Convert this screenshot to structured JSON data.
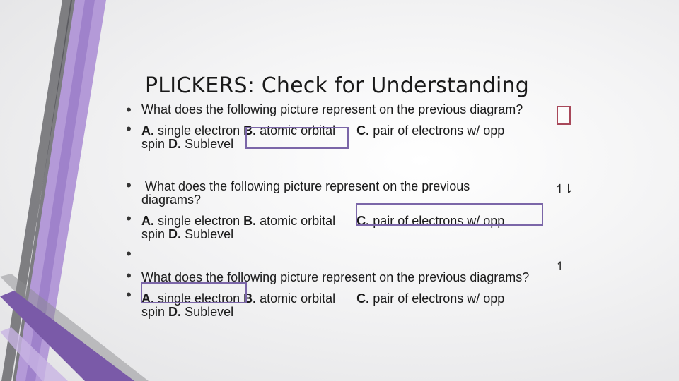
{
  "title": "PLICKERS: Check for Understanding",
  "bullet_glyph": "•",
  "questions": [
    {
      "question": "What does the following picture represent on the previous diagram",
      "question_tail": "?",
      "a_letter": "A.",
      "a_text": "single electron",
      "b_letter": "B.",
      "b_text": "atomic orbital",
      "c_letter": "C.",
      "c_text": "pair of electrons w/ opp",
      "spin_text": "spin",
      "d_letter": "D.",
      "d_text": "Sublevel"
    },
    {
      "question_line1": "What does the following picture represent on the previous",
      "question_line2": "diagrams?",
      "orbital_glyph": "↿⇂",
      "a_letter": "A.",
      "a_text": "single electron",
      "b_letter": "B.",
      "b_text": "atomic orbital",
      "c_letter": "C.",
      "c_text": "pair of electrons w/ opp",
      "spin_text": "spin",
      "d_letter": "D.",
      "d_text": "Sublevel"
    },
    {
      "question": "What does the following picture represent on the previous diagrams?",
      "orbital_glyph": "↿",
      "a_letter": "A.",
      "a_text": "single electron",
      "b_letter": "B.",
      "b_text": "atomic orbital",
      "c_letter": "C.",
      "c_text": "pair of electrons w/ opp",
      "spin_text": "spin",
      "d_letter": "D.",
      "d_text": "Sublevel"
    }
  ],
  "colors": {
    "accent_purple": "#7b66a8",
    "accent_red": "#a8485a",
    "stripe_light": "#b49ad8",
    "stripe_dark": "#7a5aa8",
    "stripe_grey": "#6b6b6f"
  }
}
